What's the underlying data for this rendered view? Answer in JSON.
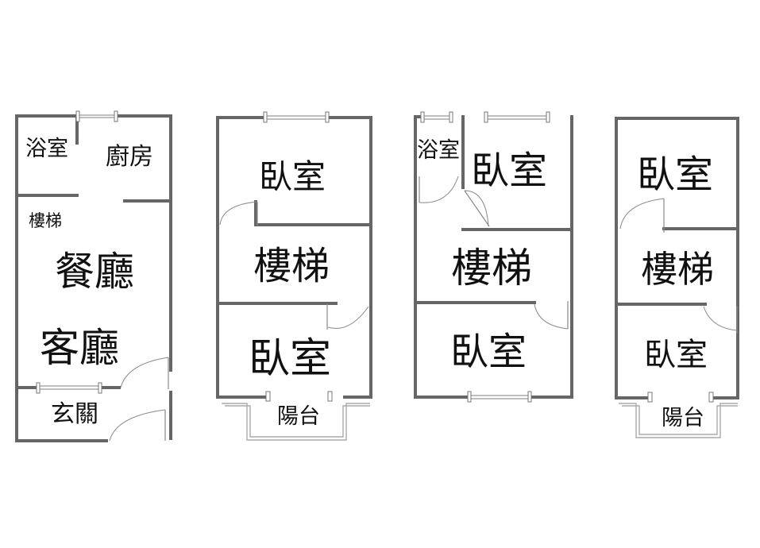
{
  "floor1": {
    "bathroom": "浴室",
    "kitchen": "廚房",
    "stairs": "樓梯",
    "dining": "餐廳",
    "living": "客廳",
    "entrance": "玄關"
  },
  "floor2": {
    "bedroom_top": "臥室",
    "stairs": "樓梯",
    "bedroom_bottom": "臥室",
    "balcony": "陽台"
  },
  "floor3": {
    "bathroom": "浴室",
    "bedroom_top": "臥室",
    "stairs": "樓梯",
    "bedroom_bottom": "臥室"
  },
  "floor4": {
    "bedroom_top": "臥室",
    "stairs": "樓梯",
    "bedroom_bottom": "臥室",
    "balcony": "陽台"
  }
}
